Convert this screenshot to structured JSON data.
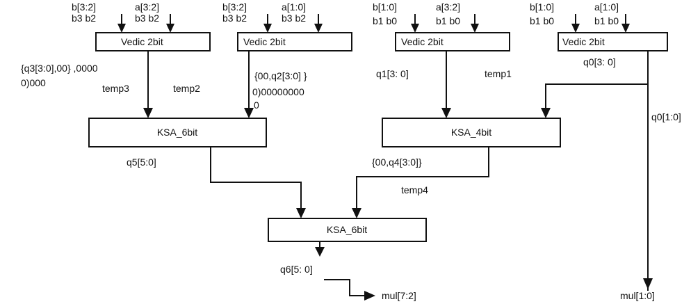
{
  "blocks": {
    "vedic1": "Vedic 2bit",
    "vedic2": "Vedic 2bit",
    "vedic3": "Vedic 2bit",
    "vedic4": "Vedic 2bit",
    "ksa_left": "KSA_6bit",
    "ksa_right": "KSA_4bit",
    "ksa_bottom": "KSA_6bit"
  },
  "inputs": {
    "v1_b": "b[3:2]",
    "v1_b_bits": "b3 b2",
    "v1_a": "a[3:2]",
    "v1_a_bits": "b3 b2",
    "v2_b": "b[3:2]",
    "v2_b_bits": "b3 b2",
    "v2_a": "a[1:0]",
    "v2_a_bits": "b3 b2",
    "v3_b": "b[1:0]",
    "v3_b_bits": "b1 b0",
    "v3_a": "a[3:2]",
    "v3_a_bits": "b1 b0",
    "v4_b": "b[1:0]",
    "v4_b_bits": "b1 b0",
    "v4_a": "a[1:0]",
    "v4_a_bits": "b1 b0"
  },
  "signals": {
    "q3_line1": "{q3[3:0],00} ,0000",
    "q3_line2": "0)000",
    "temp3": "temp3",
    "temp2": "temp2",
    "q2_line1": "{00,q2[3:0] }",
    "q2_line2": "0)00000000",
    "q2_line3": "0",
    "q1": "q1[3: 0]",
    "temp1": "temp1",
    "q0": "q0[3: 0]",
    "q0_low": "q0[1:0]",
    "q5": "q5[5:0]",
    "q4": "{00,q4[3:0]}",
    "temp4": "temp4",
    "q6": "q6[5: 0]",
    "mul_high": "mul[7:2]",
    "mul_low": "mul[1:0]"
  }
}
